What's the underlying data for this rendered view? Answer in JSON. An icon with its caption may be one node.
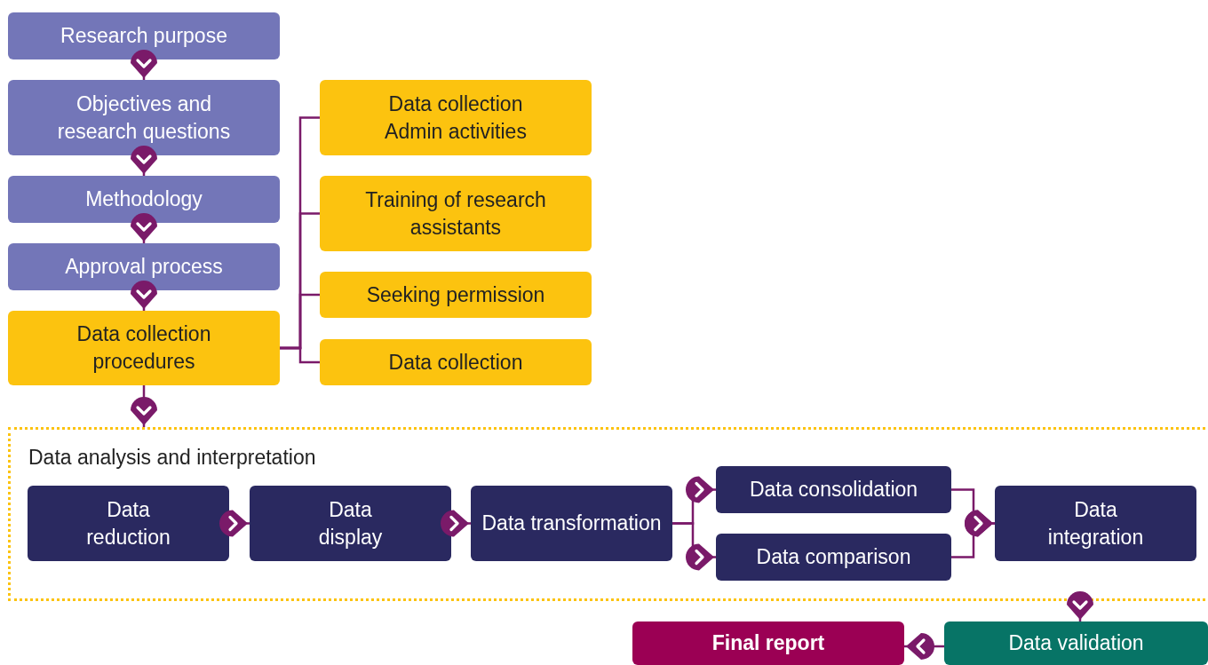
{
  "diagram": {
    "nodes": [
      {
        "text": [
          "Research purpose"
        ]
      },
      {
        "text": [
          "Objectives and research questions"
        ]
      },
      {
        "text": [
          "Methodology"
        ]
      },
      {
        "text": [
          "Approval process"
        ]
      },
      {
        "text": [
          "Data collection procedures"
        ]
      },
      {
        "text": [
          "Data collection Admin activities"
        ]
      },
      {
        "text": [
          "Training of research assistants"
        ]
      },
      {
        "text": [
          "Seeking permission"
        ]
      },
      {
        "text": [
          "Data collection"
        ]
      },
      {
        "text": [
          "Data analysis and interpretation"
        ]
      },
      {
        "text": [
          "Data reduction"
        ],
        "in": 9
      },
      {
        "text": [
          "Data display"
        ],
        "in": 9
      },
      {
        "text": [
          "Data transformation"
        ],
        "in": 9
      },
      {
        "text": [
          "Data consolidation"
        ],
        "in": 9
      },
      {
        "text": [
          "Data comparison"
        ],
        "in": 9
      },
      {
        "text": [
          "Data integration"
        ],
        "in": 9
      },
      {
        "text": [
          "Final report"
        ]
      },
      {
        "text": [
          "Data validation"
        ]
      }
    ],
    "edges": [
      {
        "from": 0,
        "to": 1,
        "arrow": "to"
      },
      {
        "from": 1,
        "to": 2,
        "arrow": "to"
      },
      {
        "from": 2,
        "to": 3,
        "arrow": "to"
      },
      {
        "from": 3,
        "to": 4,
        "arrow": "to"
      },
      {
        "from": 4,
        "to": 9,
        "arrow": "to"
      },
      {
        "from": 4,
        "to": 5,
        "arrow": "none"
      },
      {
        "from": 4,
        "to": 6,
        "arrow": "none"
      },
      {
        "from": 4,
        "to": 7,
        "arrow": "none"
      },
      {
        "from": 4,
        "to": 8,
        "arrow": "none"
      },
      {
        "from": 10,
        "to": 11,
        "arrow": "to"
      },
      {
        "from": 11,
        "to": 12,
        "arrow": "to"
      },
      {
        "from": 12,
        "to": 13,
        "arrow": "to"
      },
      {
        "from": 12,
        "to": 14,
        "arrow": "to"
      },
      {
        "from": 13,
        "to": 15,
        "arrow": "to"
      },
      {
        "from": 14,
        "to": 15,
        "arrow": "to"
      },
      {
        "from": 9,
        "to": 17,
        "arrow": "to"
      },
      {
        "from": 17,
        "to": 16,
        "arrow": "to"
      }
    ]
  }
}
